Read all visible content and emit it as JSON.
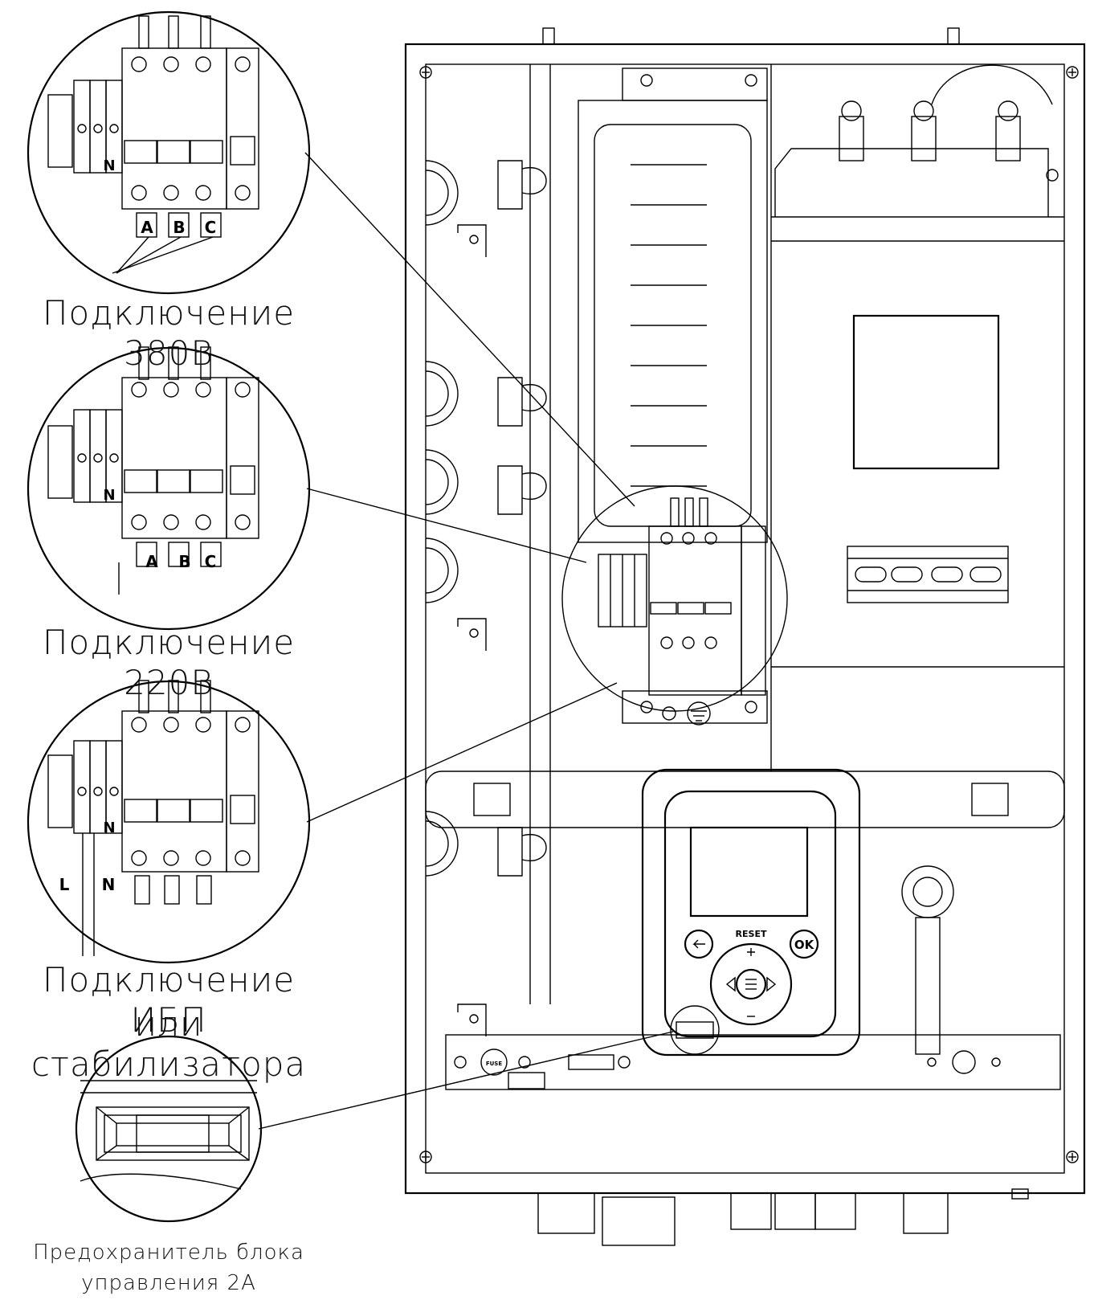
{
  "captions": {
    "conn_380": "Подключение 380В",
    "conn_220": "Подключение 220В",
    "conn_ups_line1": "Подключение ИБП",
    "conn_ups_line2": "или стабилизатора",
    "fuse_line1": "Предохранитель блока",
    "fuse_line2": "управления 2А"
  },
  "terminal_labels": {
    "phase_a": "A",
    "phase_b": "B",
    "phase_c": "C",
    "neutral": "N",
    "line": "L"
  },
  "panel_labels": {
    "reset": "RESET",
    "ok": "OK",
    "fuse": "FUSE"
  }
}
